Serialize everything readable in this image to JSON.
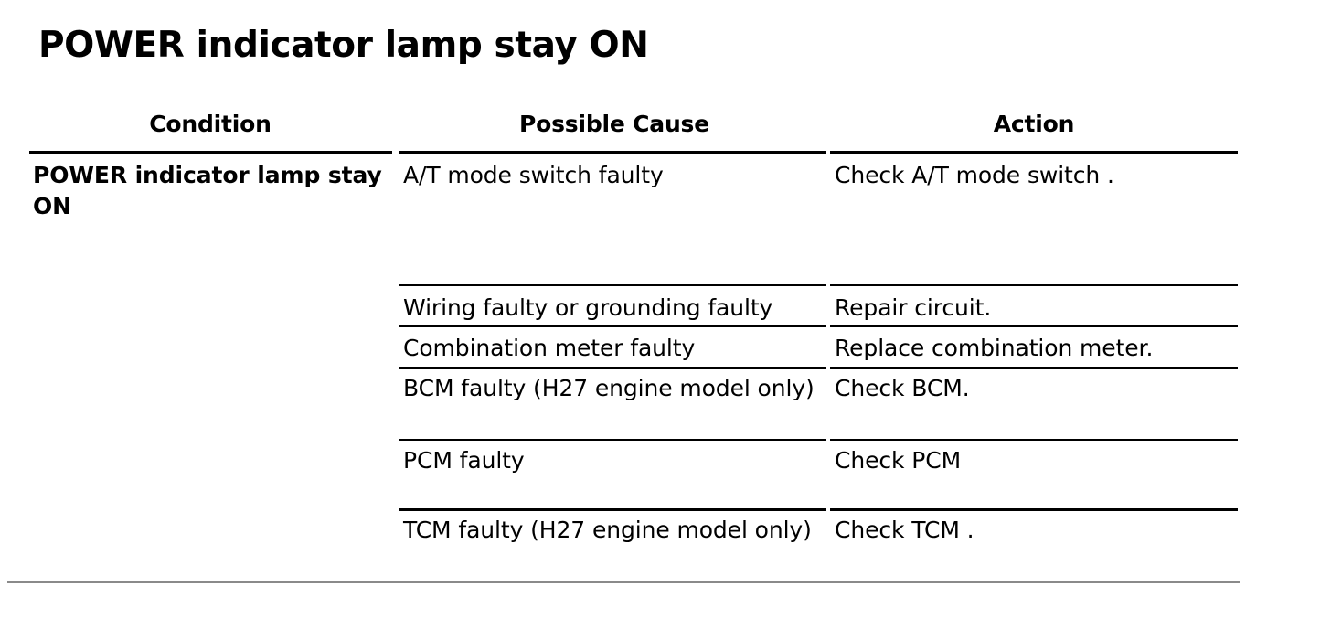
{
  "document": {
    "title": "POWER indicator lamp stay ON"
  },
  "table": {
    "headers": {
      "condition": "Condition",
      "possible_cause": "Possible Cause",
      "action": "Action"
    },
    "condition_label": "POWER indicator lamp stay ON",
    "rows": [
      {
        "possible_cause": "A/T mode switch faulty",
        "action": "Check A/T mode switch ."
      },
      {
        "possible_cause": "Wiring faulty or grounding faulty",
        "action": "Repair circuit."
      },
      {
        "possible_cause": "Combination meter faulty",
        "action": "Replace combination meter."
      },
      {
        "possible_cause": "BCM faulty (H27 engine model only)",
        "action": "Check BCM."
      },
      {
        "possible_cause": "PCM faulty",
        "action": "Check PCM"
      },
      {
        "possible_cause": "TCM faulty (H27 engine model only)",
        "action": "Check TCM ."
      }
    ]
  }
}
